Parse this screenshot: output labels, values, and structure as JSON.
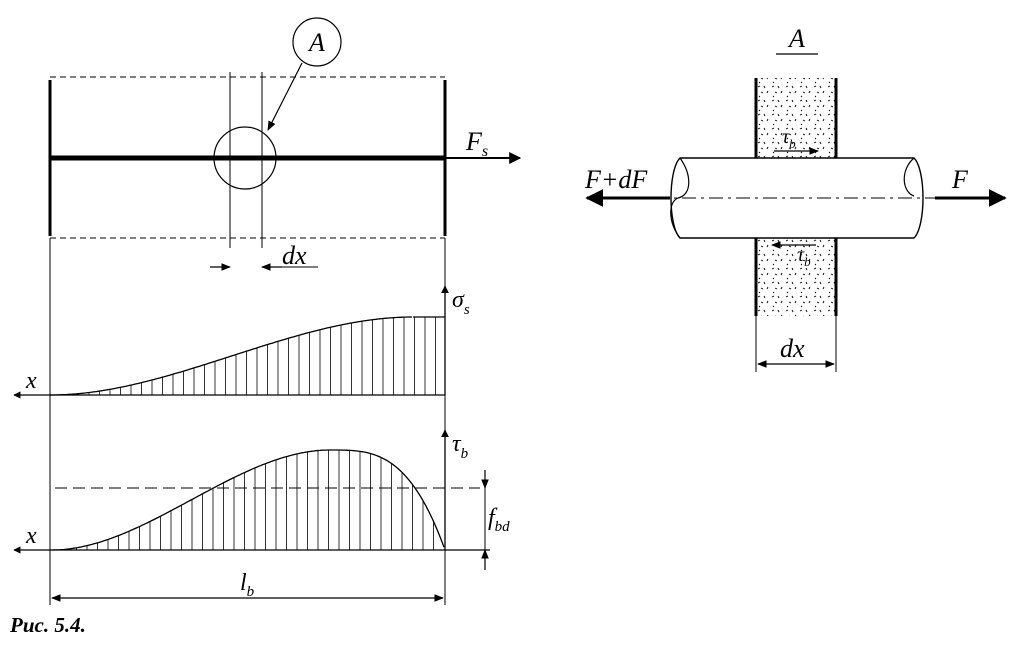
{
  "figure": {
    "caption": "Рис. 5.4.",
    "left_view": {
      "callout_label": "A",
      "force_label": "F",
      "force_subscript": "s",
      "element_length_label": "dx"
    },
    "stress_plot": {
      "axis_symbol": "σ",
      "axis_subscript": "s",
      "x_label": "x"
    },
    "bond_plot": {
      "axis_symbol": "τ",
      "axis_subscript": "b",
      "x_label": "x",
      "mean_label": "f",
      "mean_subscript": "bd",
      "length_label": "l",
      "length_subscript": "b"
    },
    "detail_view": {
      "title": "A",
      "left_force_label": "F+dF",
      "right_force_label": "F",
      "tau_top_symbol": "τ",
      "tau_top_subscript": "b",
      "tau_bottom_symbol": "τ",
      "tau_bottom_subscript": "b",
      "length_label": "dx"
    }
  }
}
